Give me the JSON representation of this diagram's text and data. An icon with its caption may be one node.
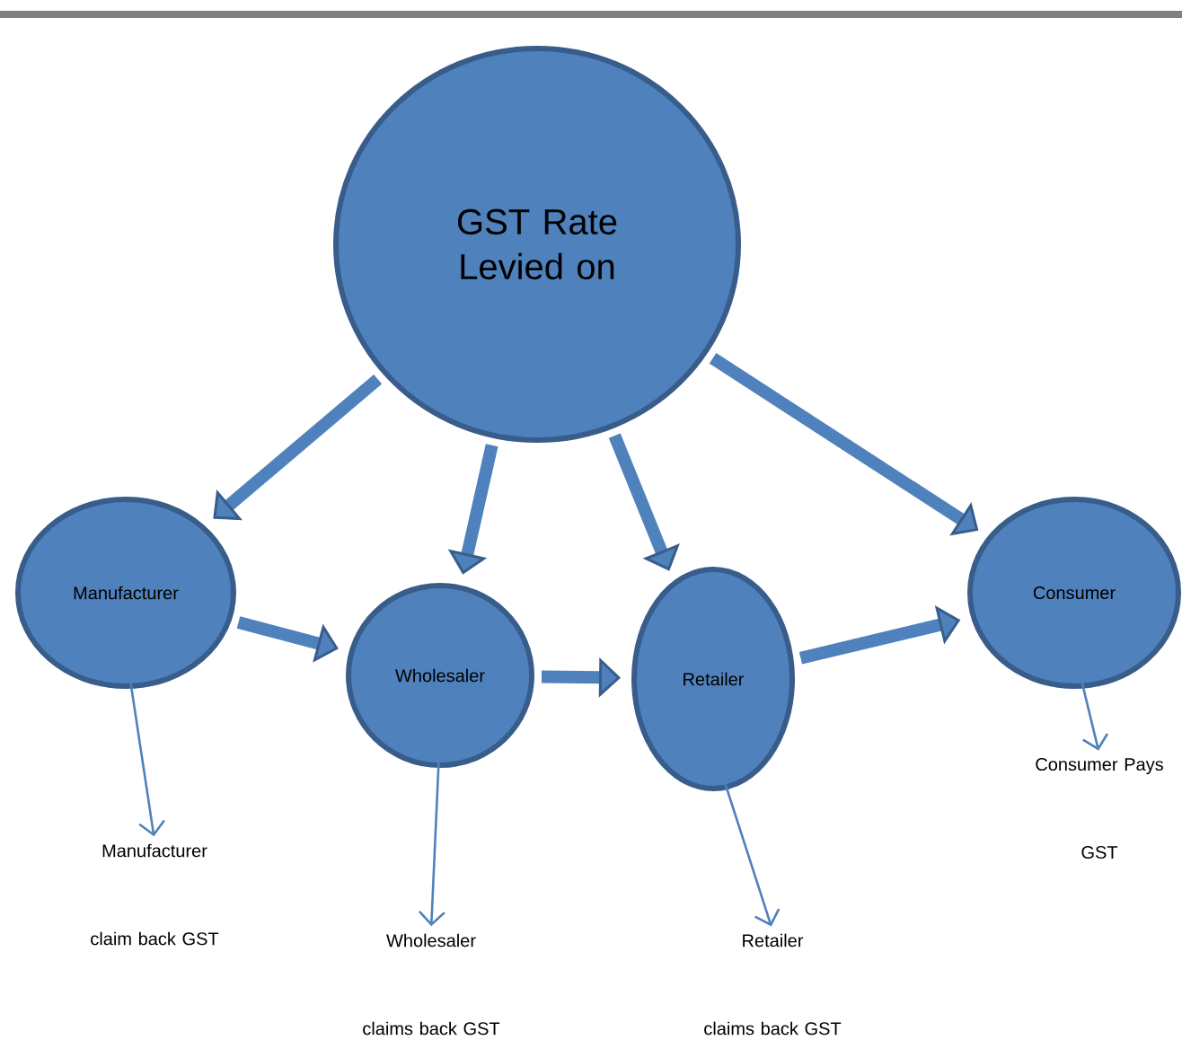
{
  "diagram": {
    "nodes": [
      {
        "text": [
          "GST Rate Levied on"
        ]
      },
      {
        "text": [
          "Manufacturer"
        ]
      },
      {
        "text": [
          "Wholesaler"
        ]
      },
      {
        "text": [
          "Retailer"
        ]
      },
      {
        "text": [
          "Consumer"
        ]
      },
      {
        "text": [
          "Manufacturer claim back GST"
        ]
      },
      {
        "text": [
          "Wholesaler claims back GST"
        ]
      },
      {
        "text": [
          "Retailer claims back GST"
        ]
      },
      {
        "text": [
          "Consumer Pays GST"
        ]
      }
    ],
    "edges": [
      {
        "from": 0,
        "to": 1,
        "arrow": "to"
      },
      {
        "from": 0,
        "to": 2,
        "arrow": "to"
      },
      {
        "from": 0,
        "to": 3,
        "arrow": "to"
      },
      {
        "from": 0,
        "to": 4,
        "arrow": "to"
      },
      {
        "from": 1,
        "to": 2,
        "arrow": "to"
      },
      {
        "from": 2,
        "to": 3,
        "arrow": "to"
      },
      {
        "from": 3,
        "to": 4,
        "arrow": "to"
      },
      {
        "from": 1,
        "to": 5,
        "arrow": "to"
      },
      {
        "from": 2,
        "to": 6,
        "arrow": "to"
      },
      {
        "from": 3,
        "to": 7,
        "arrow": "to"
      },
      {
        "from": 4,
        "to": 8,
        "arrow": "to"
      }
    ]
  }
}
